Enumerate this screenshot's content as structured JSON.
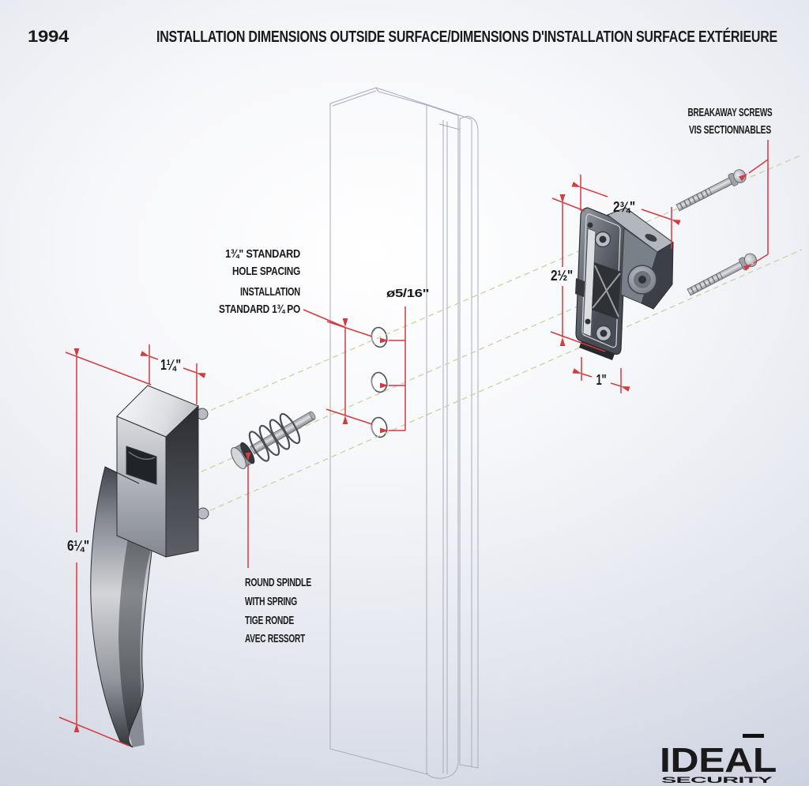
{
  "header": {
    "model": "1994",
    "title": "INSTALLATION DIMENSIONS OUTSIDE SURFACE/DIMENSIONS D'INSTALLATION SURFACE EXTÉRIEURE"
  },
  "annotations": {
    "breakaway_screws": {
      "en": "BREAKAWAY SCREWS",
      "fr": "VIS SECTIONNABLES"
    },
    "hole_spacing": {
      "line1": "1¾\" STANDARD",
      "line2": "HOLE SPACING",
      "line3": "INSTALLATION",
      "line4": "STANDARD 1¾ PO"
    },
    "hole_diameter": "ø5/16\"",
    "spindle": {
      "en1": "ROUND SPINDLE",
      "en2": "WITH SPRING",
      "fr1": "TIGE RONDE",
      "fr2": "AVEC RESSORT"
    }
  },
  "dimensions": {
    "handle_width": "1¼\"",
    "handle_height": "6¼\"",
    "latch_depth": "2¾\"",
    "latch_height": "2½\"",
    "latch_width": "1\""
  },
  "logo": {
    "brand": "IDEAL",
    "tagline": "SECURITY"
  },
  "colors": {
    "dimension_red": "#d43a3e",
    "alignment_green": "#c6d3a2",
    "ink": "#1a1a1a"
  }
}
